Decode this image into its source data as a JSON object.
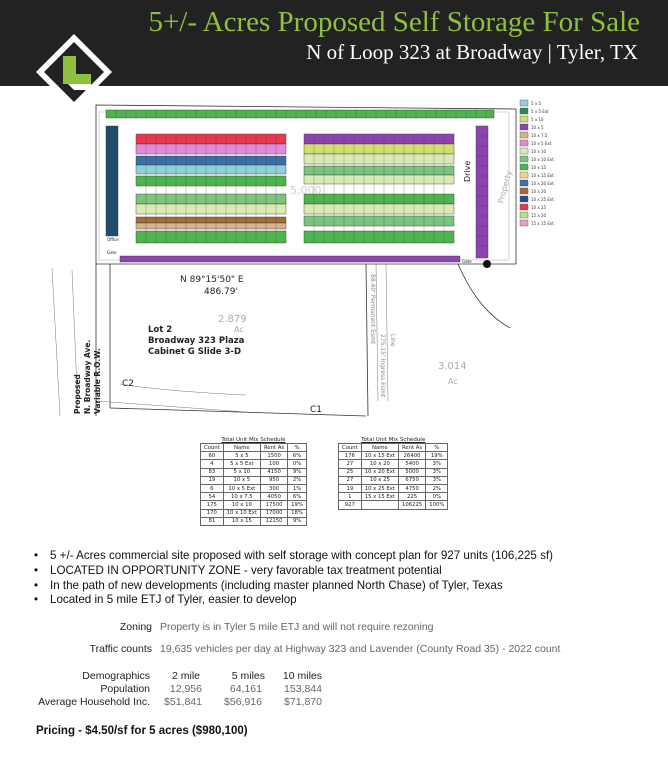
{
  "header": {
    "title": "5+/- Acres Proposed Self Storage For Sale",
    "subtitle": "N of Loop 323 at Broadway | Tyler, TX"
  },
  "site_plan": {
    "legend": [
      "5 x 5",
      "5 x 5 Ext",
      "5 x 10",
      "10 x 5",
      "10 x 7.5",
      "10 x 5 Ext",
      "10 x 10",
      "10 x 10 Ext",
      "10 x 15",
      "10 x 15 Ext",
      "10 x 20 Ext",
      "10 x 20",
      "10 x 25 Ext",
      "10 x 25",
      "15 x 20",
      "15 x 15 Ext"
    ],
    "legend_colors": [
      "#8fd0d8",
      "#2e8b57",
      "#cfe070",
      "#8e44ad",
      "#d2b48c",
      "#e08ad8",
      "#dbe9b5",
      "#7cc47c",
      "#4fb34f",
      "#eed48a",
      "#3a6ea5",
      "#a46c3c",
      "#1f4e8c",
      "#e8374f",
      "#b9e08f",
      "#e0a0c8"
    ],
    "labels": {
      "bearing": "N 89°15'50\" E",
      "distance": "486.79'",
      "acreage": "2.879",
      "acreage_unit": "Ac",
      "lot": "Lot 2",
      "plaza": "Broadway 323 Plaza",
      "cabinet": "Cabinet G Slide 3-D",
      "road_1": "Proposed",
      "road_2": "N. Broadway Ave.",
      "road_3": "Variable R.O.W.",
      "curve_1": "C2",
      "curve_2": "C1",
      "acreage_2": "3.014",
      "acreage_2_unit": "Ac",
      "drive": "Drive",
      "property": "Property",
      "line_1": "88.40' Permanent Esmt",
      "line_2": "275.15' Ingress Esmt",
      "line_3": "Line",
      "faded_num": "5,000",
      "office": "Office",
      "gate_1": "Gate",
      "gate_2": "Gate"
    }
  },
  "unit_mix_left": {
    "caption": "Total Unit Mix Schedule",
    "headers": [
      "Count",
      "Name",
      "Rent As",
      "%"
    ],
    "rows": [
      [
        "60",
        "5 x 5",
        "1500",
        "6%"
      ],
      [
        "4",
        "5 x 5 Ext",
        "100",
        "0%"
      ],
      [
        "83",
        "5 x 10",
        "4150",
        "9%"
      ],
      [
        "19",
        "10 x 5",
        "950",
        "2%"
      ],
      [
        "6",
        "10 x 5 Ext",
        "300",
        "1%"
      ],
      [
        "54",
        "10 x 7.5",
        "4050",
        "6%"
      ],
      [
        "175",
        "10 x 10",
        "17500",
        "19%"
      ],
      [
        "170",
        "10 x 10 Ext",
        "17000",
        "18%"
      ],
      [
        "81",
        "10 x 15",
        "12150",
        "9%"
      ]
    ]
  },
  "unit_mix_right": {
    "caption": "Total Unit Mix Schedule",
    "headers": [
      "Count",
      "Name",
      "Rent As",
      "%"
    ],
    "rows": [
      [
        "176",
        "10 x 15 Ext",
        "26400",
        "19%"
      ],
      [
        "27",
        "10 x 20",
        "5400",
        "3%"
      ],
      [
        "25",
        "10 x 20 Ext",
        "5000",
        "3%"
      ],
      [
        "27",
        "10 x 25",
        "6750",
        "3%"
      ],
      [
        "19",
        "10 x 25 Ext",
        "4750",
        "2%"
      ],
      [
        "1",
        "15 x 15 Ext",
        "225",
        "0%"
      ],
      [
        "927",
        "",
        "106225",
        "100%"
      ]
    ]
  },
  "bullets": [
    "5 +/- Acres commercial site proposed with self storage with concept plan for 927 units (106,225 sf)",
    "LOCATED IN OPPORTUNITY ZONE - very favorable tax treatment potential",
    "In the path of new developments (including master planned North Chase) of Tyler, Texas",
    "Located in 5 mile ETJ of Tyler, easier to develop"
  ],
  "zoning": {
    "label": "Zoning",
    "value": "Property is in Tyler 5 mile ETJ and will not require rezoning"
  },
  "traffic": {
    "label": "Traffic counts",
    "value": "19,635 vehicles per day at Highway 323 and Lavender (County Road 35) - 2022 count"
  },
  "demographics": {
    "label": "Demographics",
    "columns": [
      "2 mile",
      "5 miles",
      "10 miles"
    ],
    "population": {
      "label": "Population",
      "values": [
        "12,956",
        "64,161",
        "153,844"
      ]
    },
    "income": {
      "label": "Average Household Inc.",
      "values": [
        "$51,841",
        "$56,916",
        "$71,870"
      ]
    }
  },
  "pricing": "Pricing - $4.50/sf for 5 acres ($980,100)"
}
